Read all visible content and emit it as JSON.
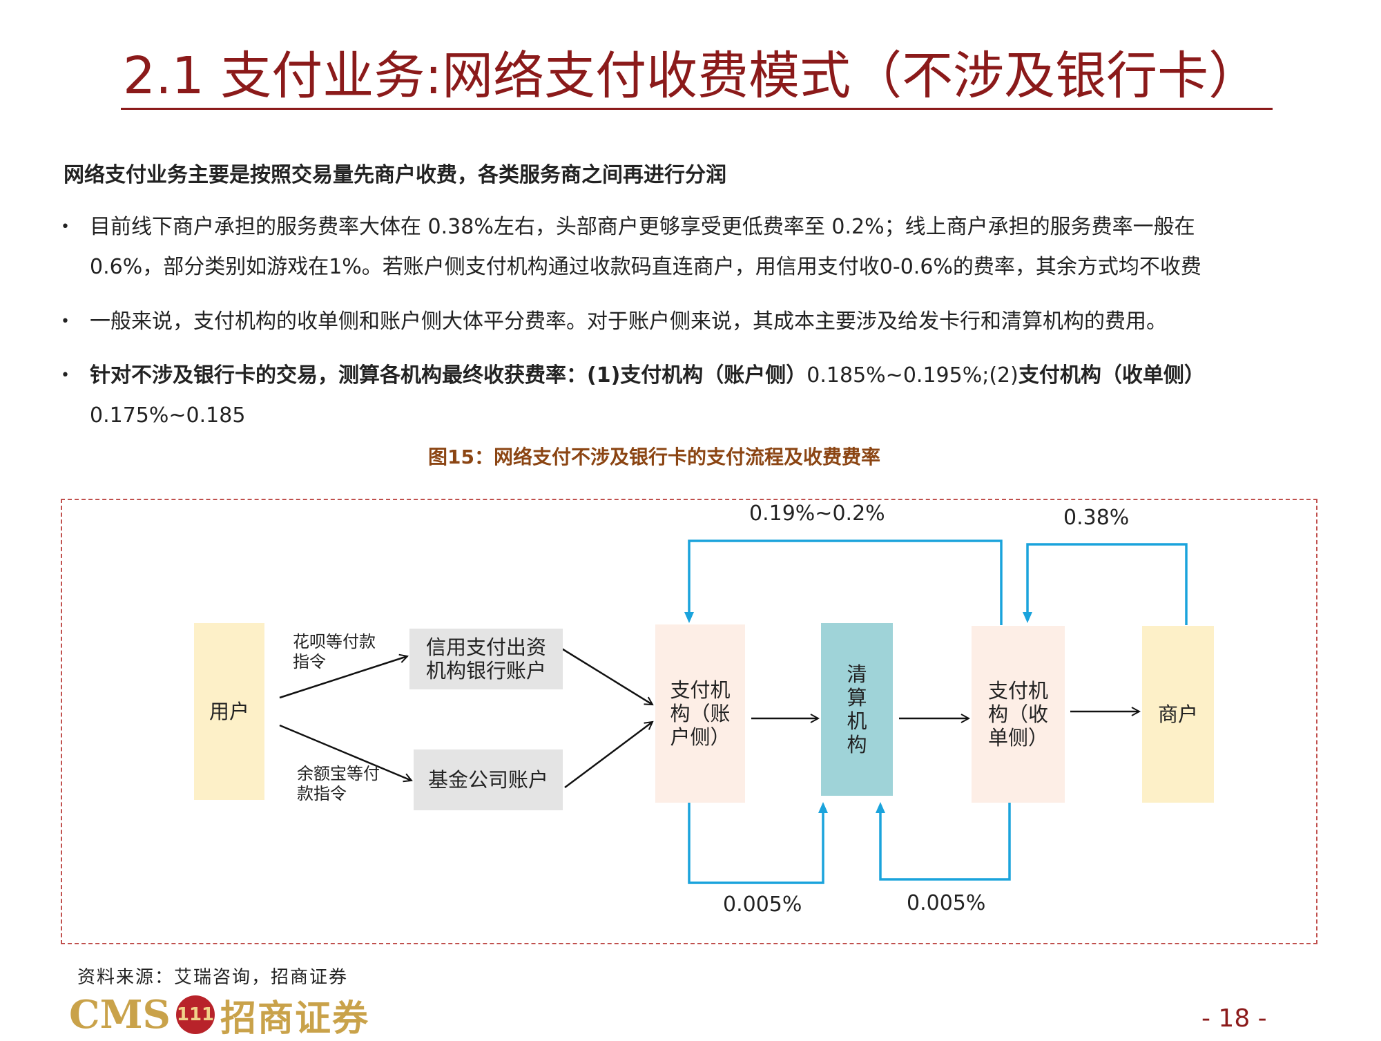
{
  "title": "2.1 支付业务:网络支付收费模式（不涉及银行卡）",
  "subtitle": "网络支付业务主要是按照交易量先商户收费，各类服务商之间再进行分润",
  "bullets": {
    "b1_line1": "目前线下商户承担的服务费率大体在  0.38%左右，头部商户更够享受更低费率至 0.2%；线上商户承担的服务费率一般在",
    "b1_line2": "0.6%，部分类别如游戏在1%。若账户侧支付机构通过收款码直连商户，用信用支付收0-0.6%的费率，其余方式均不收费",
    "b2_line1": "一般来说，支付机构的收单侧和账户侧大体平分费率。对于账户侧来说，其成本主要涉及给发卡行和清算机构的费用。",
    "b3_bold1": "针对不涉及银行卡的交易，测算各机构最终收获费率：(1)支付机构（账户侧）",
    "b3_normal1": "0.185%~0.195%;(2)",
    "b3_bold2": "支付机构（收单侧）",
    "b3_line2": "0.175%~0.185",
    "bullet_symbol": "•"
  },
  "figure": {
    "caption": "图15：网络支付不涉及银行卡的支付流程及收费费率",
    "nodes": {
      "user": "用户",
      "credit_account": "信用支付出资机构银行账户",
      "fund_account": "基金公司账户",
      "payment_account_side": "支付机构（账户侧）",
      "clearing": "清算机构",
      "payment_acquiring_side": "支付机构（收单侧）",
      "merchant": "商户"
    },
    "edge_labels": {
      "huabei": "花呗等付款指令",
      "yuebao": "余额宝等付款指令"
    },
    "rates": {
      "top_left": "0.19%~0.2%",
      "top_right": "0.38%",
      "bottom_left": "0.005%",
      "bottom_right": "0.005%"
    },
    "colors": {
      "beige": "#fdf0c8",
      "pink": "#fdeee6",
      "teal": "#9fd3d8",
      "gray": "#e4e4e4",
      "blue_arrow": "#1aa3dc"
    }
  },
  "source": "资料来源：艾瑞咨询，招商证券",
  "logo": {
    "cms": "CMS",
    "circle": "111",
    "name": "招商证券"
  },
  "page_number": "- 18 -"
}
